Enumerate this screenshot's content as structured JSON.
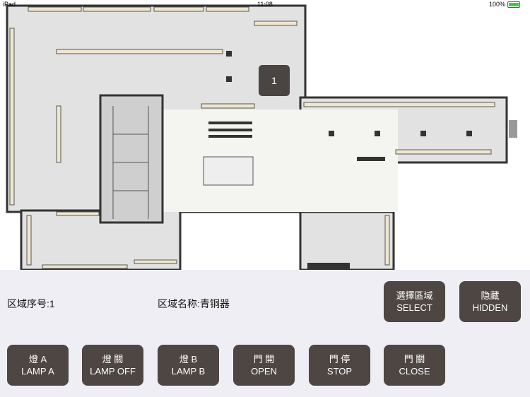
{
  "status_bar": {
    "device": "iPad",
    "time": "11:08",
    "battery": "100%",
    "battery_level": 100
  },
  "map": {
    "region_badge": "1"
  },
  "info": {
    "region_index": "区域序号:1",
    "region_name": "区域名称:青铜器"
  },
  "buttons": {
    "select": {
      "line1": "選擇區域",
      "line2": "SELECT"
    },
    "hidden": {
      "line1": "隐藏",
      "line2": "HIDDEN"
    },
    "lamp_a": {
      "line1": "燈 A",
      "line2": "LAMP A"
    },
    "lamp_off": {
      "line1": "燈 關",
      "line2": "LAMP OFF"
    },
    "lamp_b": {
      "line1": "燈 B",
      "line2": "LAMP B"
    },
    "open": {
      "line1": "門 開",
      "line2": "OPEN"
    },
    "stop": {
      "line1": "門 停",
      "line2": "STOP"
    },
    "close": {
      "line1": "門 關",
      "line2": "CLOSE"
    }
  },
  "colors": {
    "button_bg": "#4d4643",
    "panel_bg": "#efeef4",
    "floor": "#e2e2e2",
    "wall": "#3a3a3a",
    "wall_cap": "#efe6cf"
  }
}
